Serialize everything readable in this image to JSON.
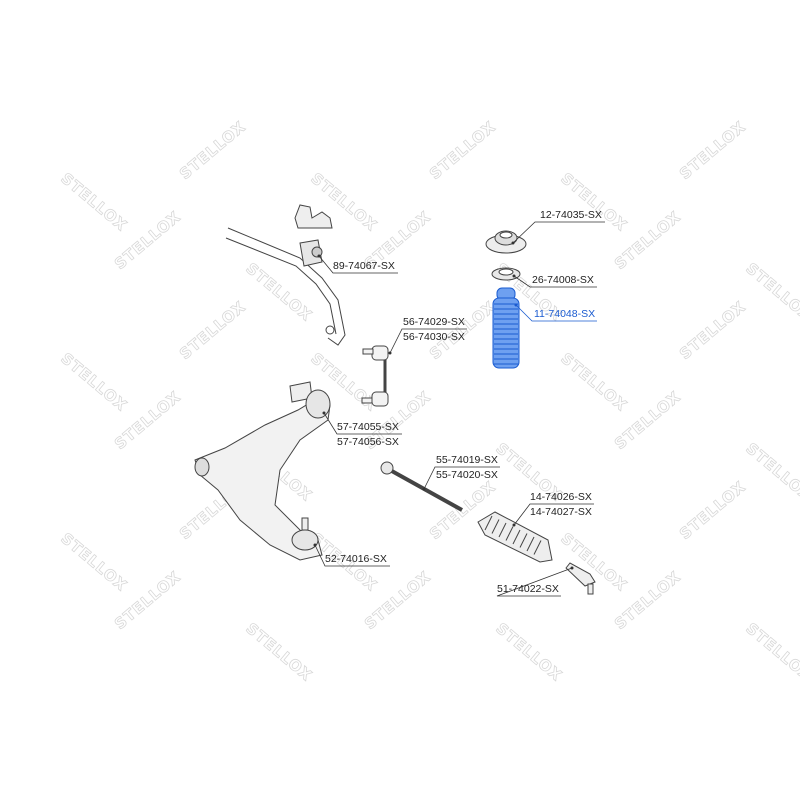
{
  "watermark": "STELLOX",
  "highlight_color": "#1a5bd0",
  "parts": [
    {
      "id": "stabilizer-bushing",
      "label": "89-74067-SX"
    },
    {
      "id": "strut-mount",
      "label": "12-74035-SX"
    },
    {
      "id": "strut-bearing",
      "label": "26-74008-SX"
    },
    {
      "id": "strut-boot",
      "label": "11-74048-SX",
      "highlighted": true
    },
    {
      "id": "stabilizer-link",
      "labels": [
        "56-74029-SX",
        "56-74030-SX"
      ]
    },
    {
      "id": "control-arm-bushing",
      "labels": [
        "57-74055-SX",
        "57-74056-SX"
      ]
    },
    {
      "id": "tie-rod",
      "labels": [
        "55-74019-SX",
        "55-74020-SX"
      ]
    },
    {
      "id": "steering-boot",
      "labels": [
        "14-74026-SX",
        "14-74027-SX"
      ]
    },
    {
      "id": "ball-joint",
      "label": "52-74016-SX"
    },
    {
      "id": "tie-rod-end",
      "label": "51-74022-SX"
    }
  ]
}
